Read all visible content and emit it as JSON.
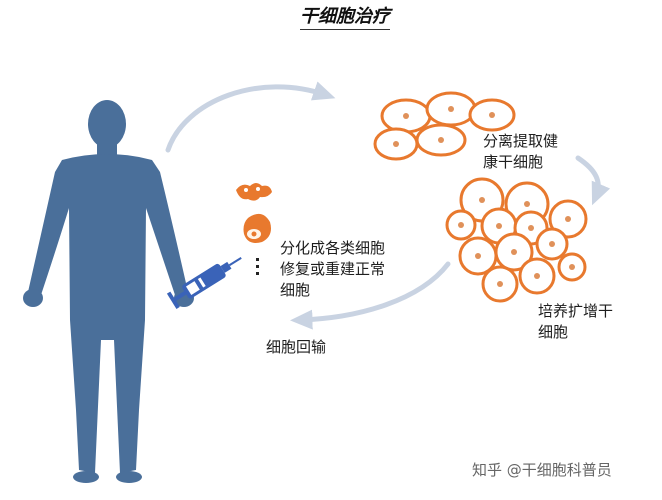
{
  "title": "干细胞治疗",
  "steps": {
    "isolate": "分离提取健\n康干细胞",
    "expand": "培养扩增干\n细胞",
    "differentiate": "分化成各类细胞\n修复或重建正常\n细胞",
    "reinfuse": "细胞回输"
  },
  "watermark": "知乎 @干细胞科普员",
  "colors": {
    "body": "#4a6f9a",
    "cell_outline": "#e8792e",
    "cell_nucleus": "#e0915a",
    "arrow": "#c9d3e2",
    "syringe": "#3a63b8"
  },
  "icons": [
    "human-body-icon",
    "syringe-icon",
    "stem-cell-icon",
    "differentiated-cell-icon"
  ]
}
